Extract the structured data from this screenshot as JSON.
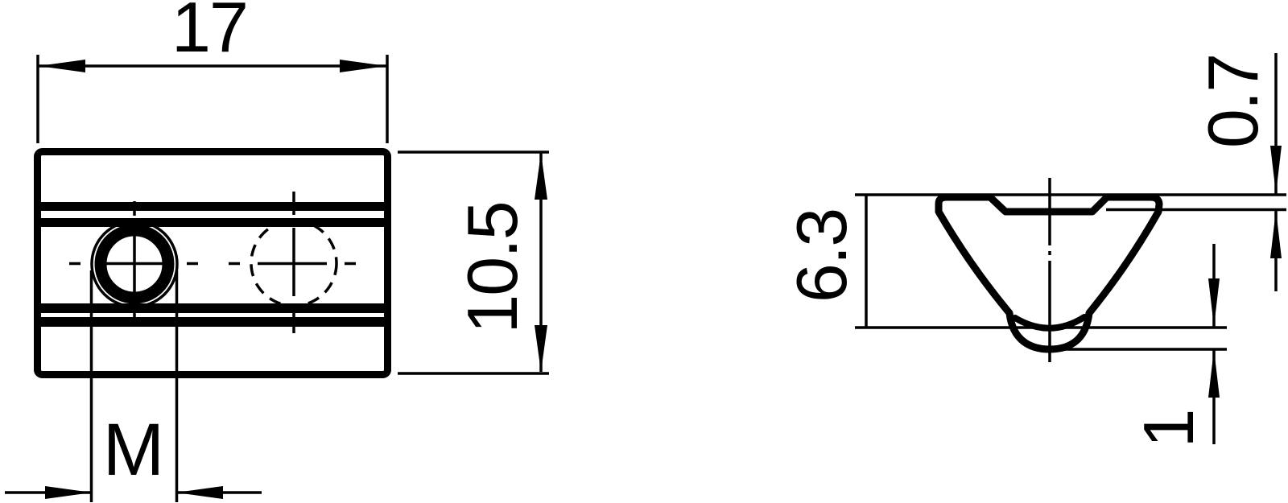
{
  "drawing": {
    "title": "t-slot-nut-technical-drawing",
    "colors": {
      "ink": "#000000",
      "background": "#ffffff"
    },
    "front_view": {
      "dim_width": "17",
      "dim_height": "10.5",
      "dim_thread": "M"
    },
    "side_view": {
      "dim_profile_depth": "6.3",
      "dim_lip_step": "0.7",
      "dim_protrusion": "1"
    }
  }
}
